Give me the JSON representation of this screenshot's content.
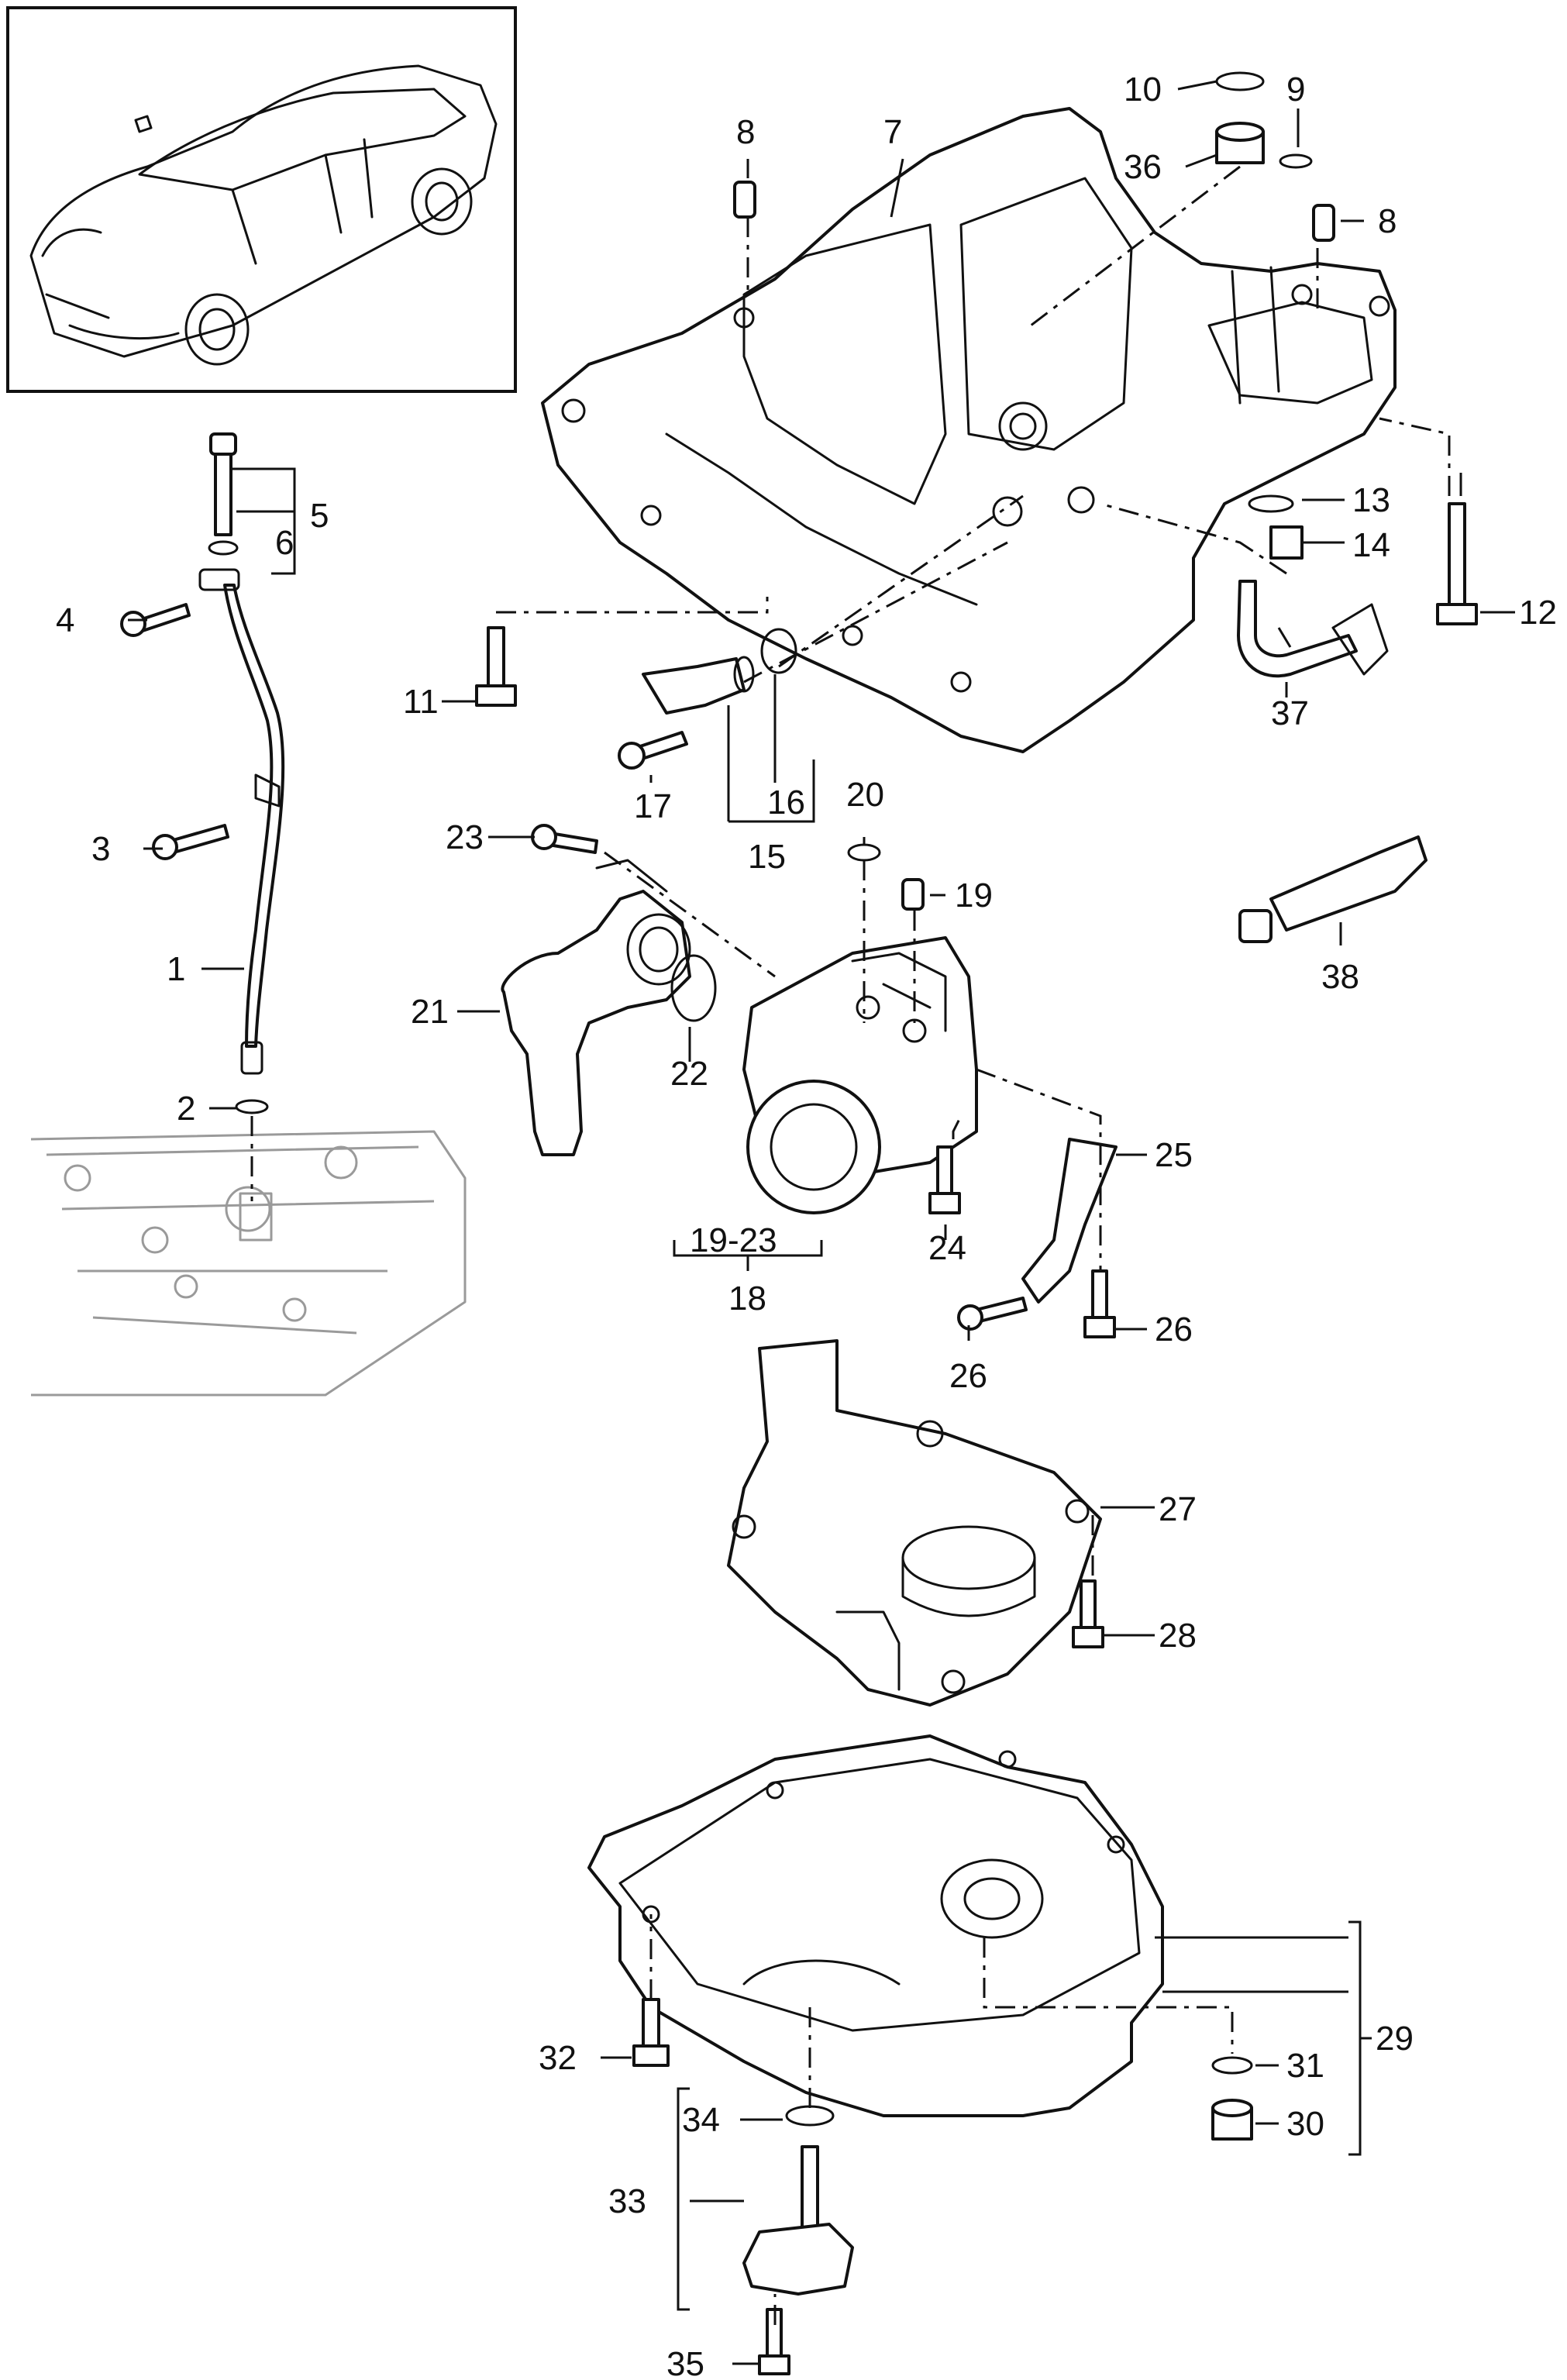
{
  "callouts": {
    "c1": "1",
    "c2": "2",
    "c3": "3",
    "c4": "4",
    "c5": "5",
    "c6": "6",
    "c7": "7",
    "c8a": "8",
    "c8b": "8",
    "c9": "9",
    "c10": "10",
    "c11": "11",
    "c12": "12",
    "c13": "13",
    "c14": "14",
    "c15": "15",
    "c16": "16",
    "c17": "17",
    "c18": "18",
    "c19": "19",
    "c19_23": "19-23",
    "c20": "20",
    "c21": "21",
    "c22": "22",
    "c23": "23",
    "c24": "24",
    "c25": "25",
    "c26a": "26",
    "c26b": "26",
    "c27": "27",
    "c28": "28",
    "c29": "29",
    "c30": "30",
    "c31": "31",
    "c32": "32",
    "c33": "33",
    "c34": "34",
    "c35": "35",
    "c36": "36",
    "c37": "37",
    "c38": "38"
  }
}
